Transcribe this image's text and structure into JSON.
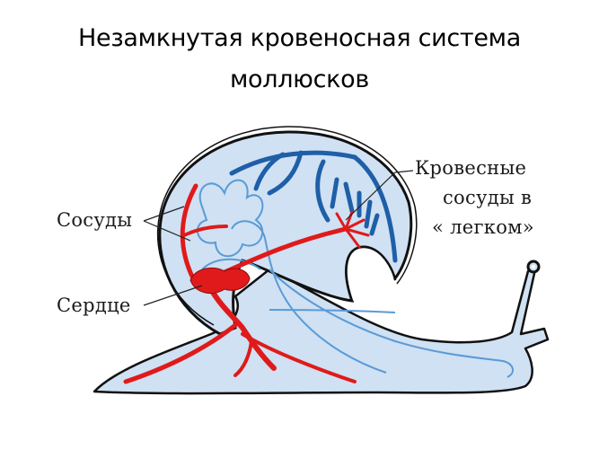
{
  "title": {
    "line1": "Незамкнутая кровеносная система",
    "line2": "моллюсков"
  },
  "diagram": {
    "subject": "snail-circulatory-system",
    "labels": {
      "vessels": "Сосуды",
      "heart": "Сердце",
      "lung_vessels_line1": "Кровесные",
      "lung_vessels_line2": "сосуды в",
      "lung_vessels_line3": "« легком»"
    },
    "colors": {
      "body_fill": "#cfe1f3",
      "outline": "#111111",
      "artery": "#e01a1a",
      "vein": "#1f5fa8",
      "organ_line": "#5a9ad6",
      "background": "#ffffff"
    }
  }
}
